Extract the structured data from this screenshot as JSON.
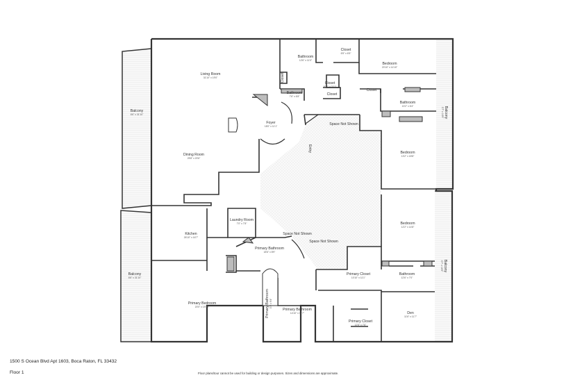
{
  "footer": {
    "address": "1500 S Ocean Blvd Apt 1603, Boca Raton, FL 33432",
    "floor": "Floor 1",
    "disclaimer": "Floor plans/tour cannot be used for building or design purposes. Sizes and dimensions are approximate."
  },
  "rooms": {
    "living_room": {
      "name": "Living Room",
      "dims": "31'10\" x 19'0\""
    },
    "balcony_left_top": {
      "name": "Balcony",
      "dims": "6'6\" x 31'10\""
    },
    "bathroom_top": {
      "name": "Bathroom",
      "dims": "12'6\" x 11'0\""
    },
    "closet_top": {
      "name": "Closet",
      "dims": "6'5\" x 6'5\""
    },
    "bedroom_top": {
      "name": "Bedroom",
      "dims": "20'10\" x 14'10\""
    },
    "closet_small_v": {
      "name": "Closet"
    },
    "closet_mid": {
      "name": "Closet",
      "dims": "5'10\" x 3'11\""
    },
    "closet_mid2": {
      "name": "Closet"
    },
    "closet_right": {
      "name": "Closet"
    },
    "bathroom_mid": {
      "name": "Bathroom",
      "dims": "7'6\" x 6'8\""
    },
    "bathroom_right": {
      "name": "Bathroom",
      "dims": "13'2\" x 6'4\""
    },
    "balcony_right_top": {
      "name": "Balcony",
      "dims": "3'7\" x 16'9\""
    },
    "foyer": {
      "name": "Foyer",
      "dims": "18'0\" x 11'1\""
    },
    "space_not_shown_1": {
      "name": "Space Not Shown"
    },
    "entry": {
      "name": "Entry"
    },
    "dining_room": {
      "name": "Dining Room",
      "dims": "25'8\" x 20'6\""
    },
    "bedroom_mid": {
      "name": "Bedroom",
      "dims": "13'2\" x 18'8\""
    },
    "laundry_room": {
      "name": "Laundry Room",
      "dims": "7'0\" x 7'8\""
    },
    "kitchen": {
      "name": "Kitchen",
      "dims": "26'10\" x 16'7\""
    },
    "space_not_shown_2": {
      "name": "Space Not Shown"
    },
    "space_not_shown_3": {
      "name": "Space Not Shown"
    },
    "primary_bathroom_1": {
      "name": "Primary Bathroom",
      "dims": "18'6\" x 8'9\""
    },
    "bedroom_low": {
      "name": "Bedroom",
      "dims": "12'2\" x 14'8\""
    },
    "balcony_right_low": {
      "name": "Balcony",
      "dims": "3'7\" x 16'9\""
    },
    "balcony_left_low": {
      "name": "Balcony",
      "dims": "6'6\" x 31'10\""
    },
    "primary_closet_1": {
      "name": "Primary Closet",
      "dims": "10'10\" x 11'1\""
    },
    "bathroom_low": {
      "name": "Bathroom",
      "dims": "12'6\" x 7'0\""
    },
    "primary_bedroom": {
      "name": "Primary Bedroom",
      "dims": "20'0\" x 19'10\""
    },
    "primary_bathroom_v": {
      "name": "Primary Bathroom",
      "dims": "3'7\" x 9'4\""
    },
    "primary_bathroom_2": {
      "name": "Primary Bathroom",
      "dims": "14'10\" x 11'7\""
    },
    "primary_closet_2": {
      "name": "Primary Closet",
      "dims": "12'8\" x 7'6\""
    },
    "den": {
      "name": "Den",
      "dims": "11'6\" x 11'7\""
    }
  }
}
